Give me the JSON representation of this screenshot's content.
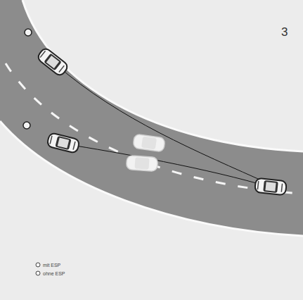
{
  "diagram": {
    "labels": [
      "3"
    ],
    "legend": [
      {
        "text": "mit ESP"
      },
      {
        "text": "ohne ESP"
      }
    ]
  }
}
